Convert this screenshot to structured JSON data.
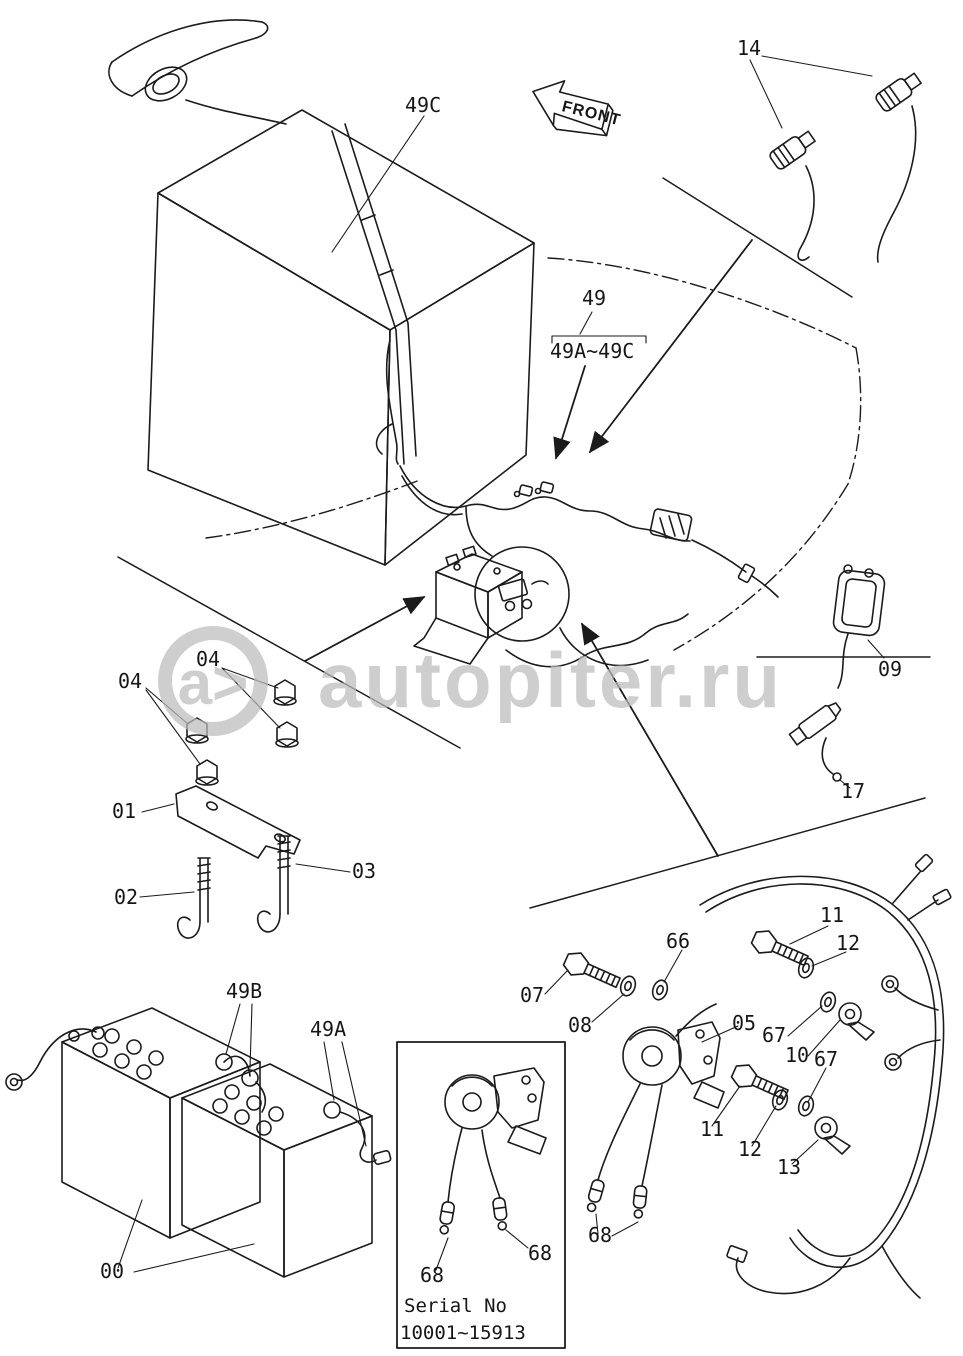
{
  "page": {
    "background_color": "#ffffff",
    "line_color": "#1b1b1b",
    "watermark_color": "#bcbcbc"
  },
  "front_arrow": {
    "label": "FRONT"
  },
  "watermark": {
    "logo_text": "a>",
    "brand_text": "autopiter.ru"
  },
  "inset": {
    "serial_line1": "Serial No",
    "serial_line2": "10001~15913",
    "label_68_left": "68",
    "label_68_right": "68"
  },
  "callouts": {
    "c49c": "49C",
    "c14": "14",
    "c49": "49",
    "c49range": "49A~49C",
    "c09": "09",
    "c17": "17",
    "c04_upper": "04",
    "c04_lower": "04",
    "c01": "01",
    "c02": "02",
    "c03": "03",
    "c49b": "49B",
    "c49a": "49A",
    "c00": "00",
    "c07": "07",
    "c08": "08",
    "c66": "66",
    "c05": "05",
    "c11_upper": "11",
    "c12_upper": "12",
    "c67_upper": "67",
    "c10": "10",
    "c11_lower": "11",
    "c12_lower": "12",
    "c67_lower": "67",
    "c13": "13",
    "c68_main": "68"
  }
}
